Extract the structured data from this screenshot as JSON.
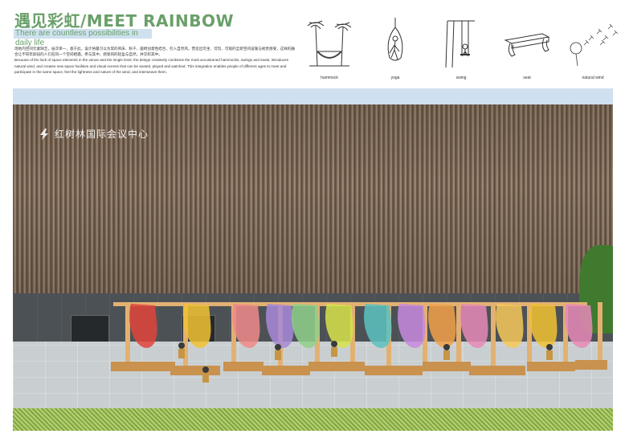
{
  "header": {
    "title": "遇见彩虹/MEET RAINBOW",
    "subtitle": "There are countless possibilities in daily life"
  },
  "description": {
    "zh": "场地内空间元素缺乏，层次单一，基于此，设计将最习以为常的吊床、秋千、座椅创意性结合，引入自然风，营造出可坐、可玩、可观的全新空间设施与视觉感受，这样的融合让不同年龄段的人们在同一个空间相遇，参与其中，感受风的轻盈与自然，并交织其中。",
    "en": "Because of the lack of space elements in the venue and the single level, the design creatively combines the most accustomed hammocks, swings and seats, introduces natural wind, and creates new space facilities and visual scenes that can be seated, played and watched. This integration enables people of different ages to meet and participate in the same space, feel the lightness and nature of the wind, and interweave them."
  },
  "icons": [
    {
      "label": "hammock",
      "icon": "hammock-icon"
    },
    {
      "label": "yoga",
      "icon": "yoga-icon"
    },
    {
      "label": "swing",
      "icon": "swing-icon"
    },
    {
      "label": "seat",
      "icon": "seat-icon"
    },
    {
      "label": "natural wind",
      "icon": "natural-wind-icon"
    }
  ],
  "render": {
    "signage": "红树林国际会议中心"
  },
  "colors": {
    "title_green": "#6aa06a",
    "subtitle_bg": "#cfe1ef",
    "ribbons": [
      "#e2453a",
      "#f2c232",
      "#f08a8a",
      "#a889d8",
      "#8fd08a",
      "#d7e44a",
      "#5cc2c0",
      "#c88ae0",
      "#f3a14a",
      "#e88ab8",
      "#f7c85a"
    ]
  }
}
